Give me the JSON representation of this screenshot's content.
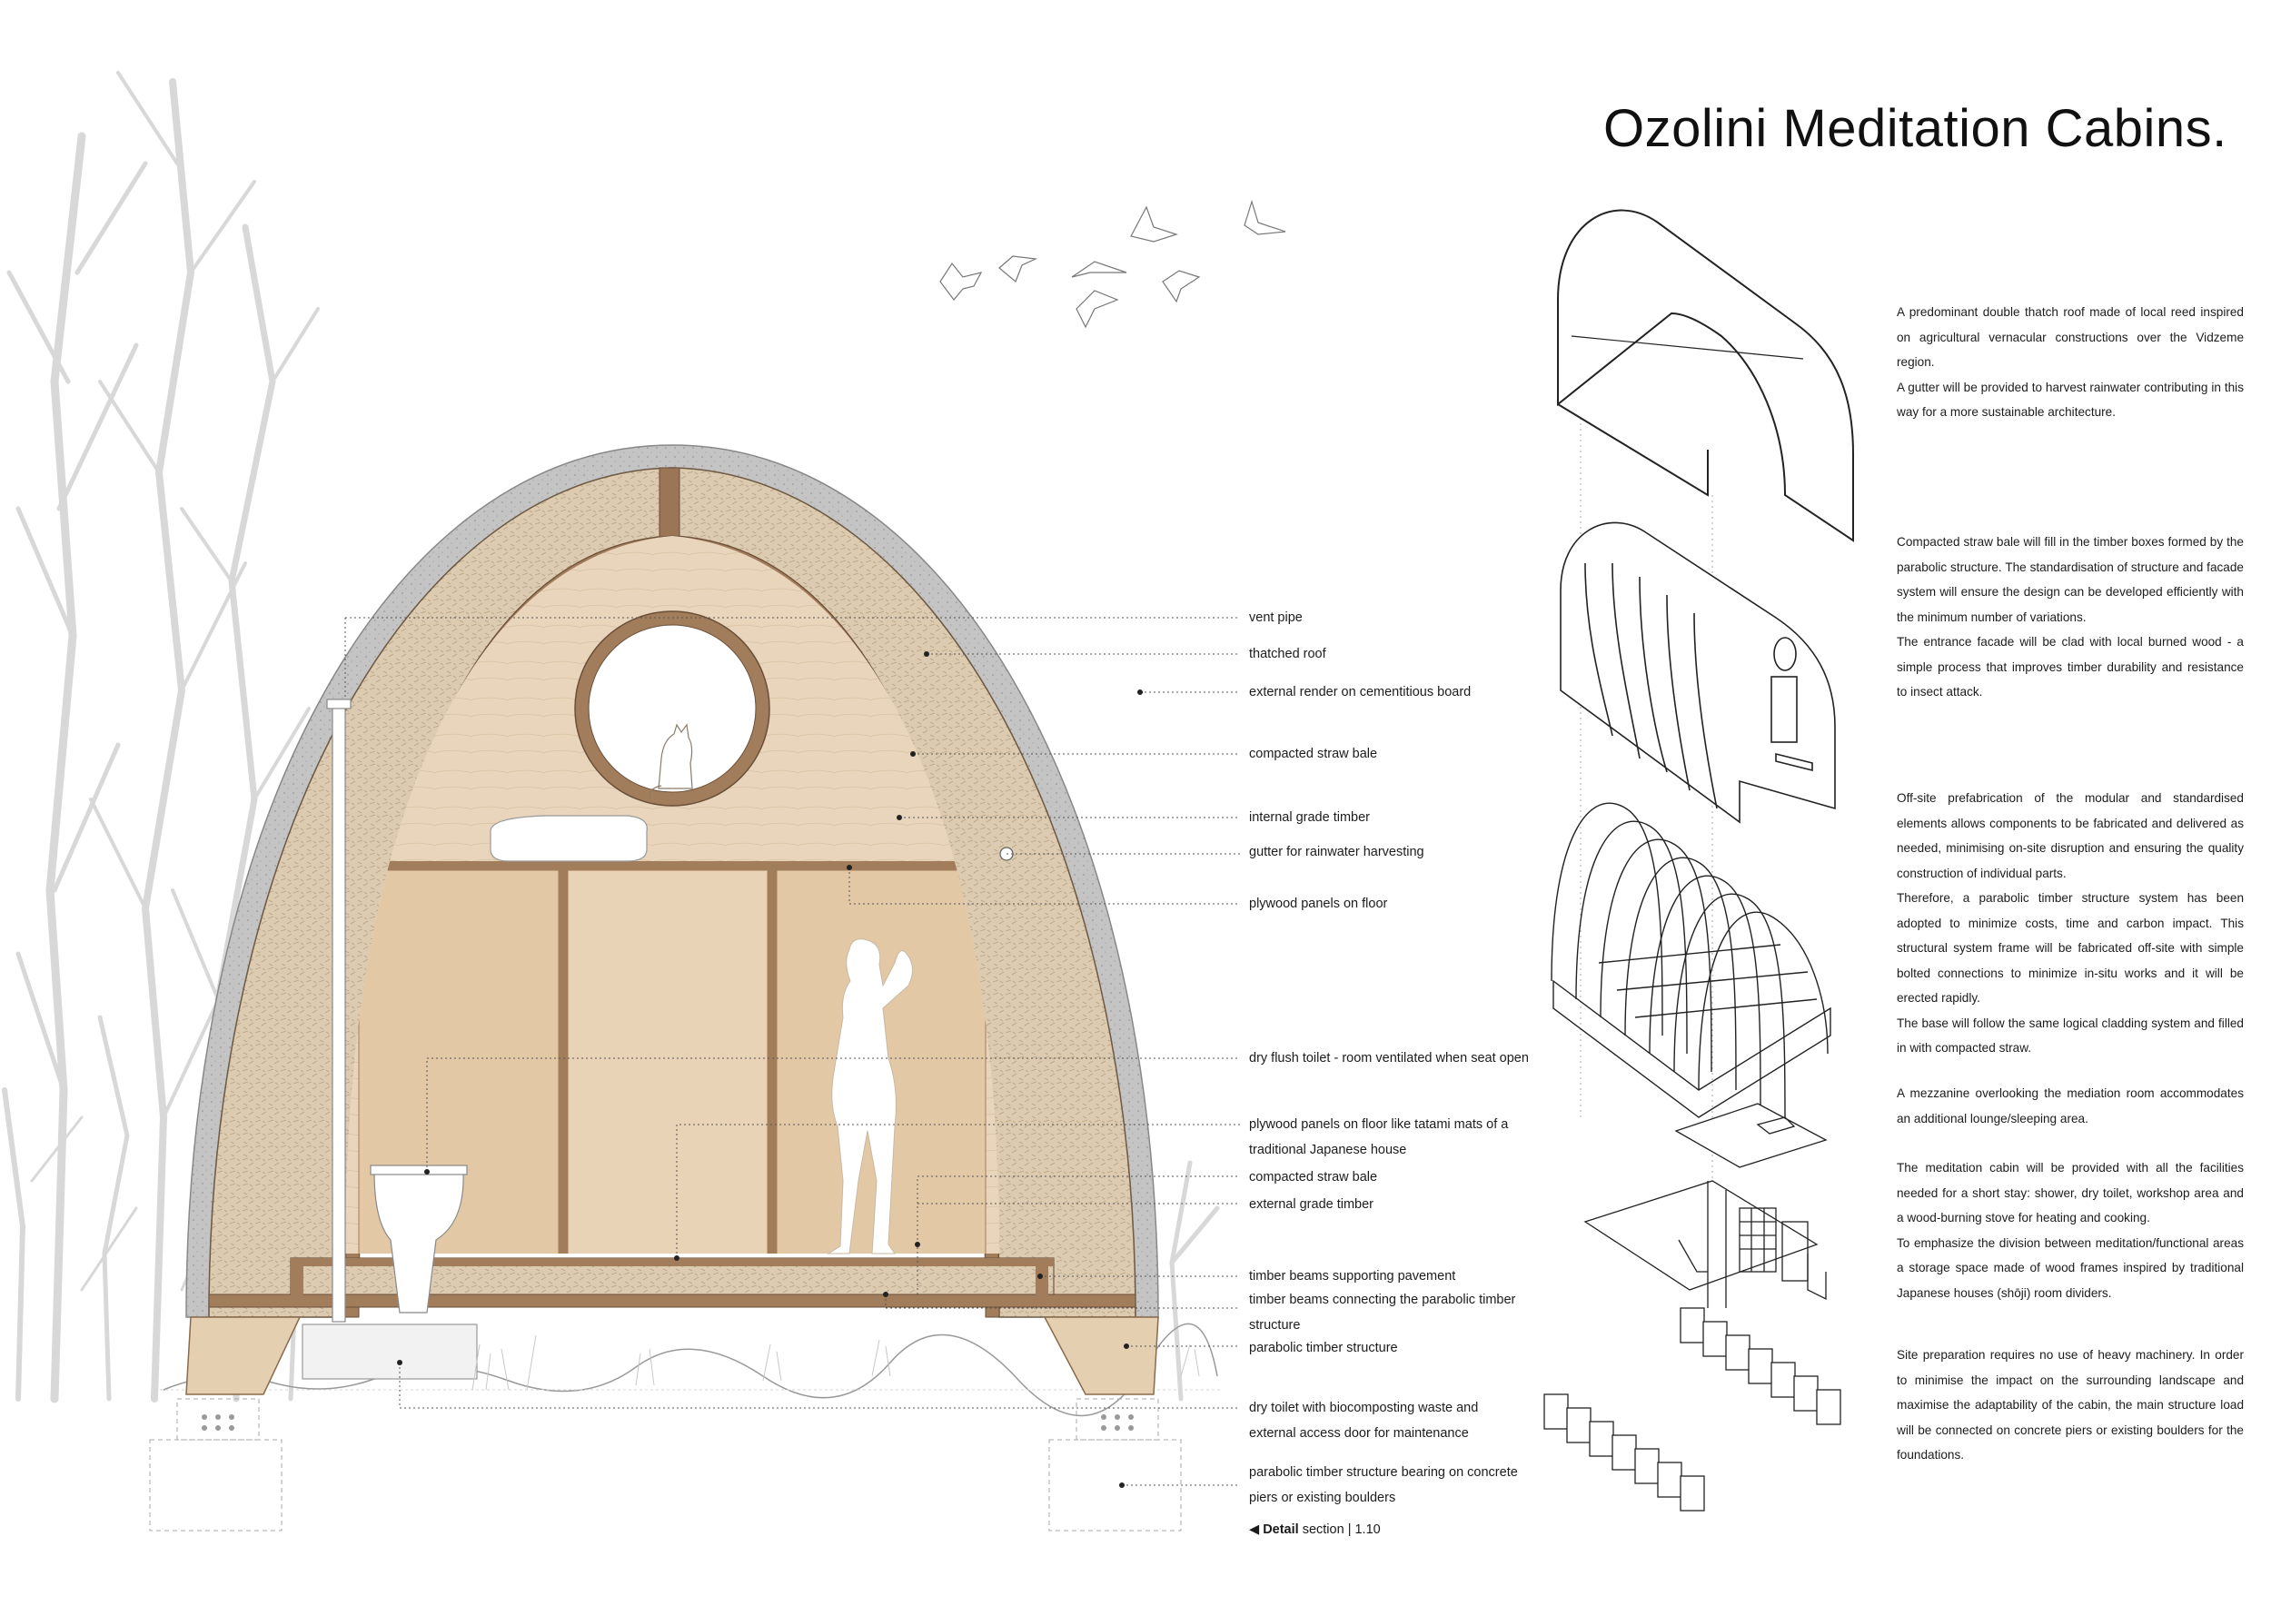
{
  "title": "Ozolini Meditation Cabins.",
  "section_labels": [
    "vent pipe",
    "thatched roof",
    "external render on cementitious board",
    "compacted straw bale",
    "internal grade timber",
    "gutter for rainwater harvesting",
    "plywood panels  on floor",
    "dry flush toilet - room ventilated when seat open",
    "plywood panels on floor like tatami mats of a traditional Japanese house",
    "compacted straw bale",
    "external grade timber",
    "timber beams supporting pavement",
    "timber beams connecting the parabolic timber structure",
    "parabolic timber structure",
    "dry toilet with biocomposting waste and external access door for maintenance",
    "parabolic timber structure bearing on concrete piers or existing boulders"
  ],
  "scale_note": {
    "arrow": "◀",
    "bold": "Detail",
    "rest": "section | 1.10"
  },
  "descriptions": [
    {
      "paragraphs": [
        "A predominant double thatch roof made of local reed inspired on agricultural vernacular constructions over the Vidzeme region.",
        "A gutter will be provided to harvest rainwater contributing in this way for a more sustainable architecture."
      ]
    },
    {
      "paragraphs": [
        "Compacted straw bale will fill in the timber boxes formed by the parabolic structure. The standardisation of structure and facade system will ensure the design can be developed efficiently with the minimum number of variations.",
        "The entrance facade will be clad with local burned wood - a simple process that improves timber durability and resistance to insect attack."
      ]
    },
    {
      "paragraphs": [
        "Off-site prefabrication of the modular and standardised elements allows components to be fabricated and delivered as needed, minimising on-site disruption and ensuring the quality construction of individual parts.",
        "Therefore, a parabolic timber structure system has been adopted to minimize costs, time and carbon impact. This structural system frame will be fabricated off-site with simple bolted connections to minimize in-situ works and it will be erected rapidly.",
        "The base will follow the same logical cladding system and filled in with compacted straw."
      ]
    },
    {
      "paragraphs": [
        "A mezzanine overlooking the mediation room accommodates an additional lounge/sleeping area."
      ]
    },
    {
      "paragraphs": [
        "The meditation cabin will be provided with all the facilities needed for a short stay: shower, dry toilet, workshop area and a wood-burning stove for heating and cooking.",
        "To emphasize the division between meditation/functional areas a storage space made of wood frames inspired by traditional Japanese houses (shōji) room dividers."
      ]
    },
    {
      "paragraphs": [
        "Site preparation requires no use of heavy machinery. In order to minimise the impact on the surrounding landscape and maximise the adaptability of the cabin, the main structure load will be connected on concrete piers or existing boulders for the foundations."
      ]
    }
  ],
  "colors": {
    "timber": "#e6d0b4",
    "timber_dark": "#8a6a4c",
    "straw": "#dccbb0",
    "render": "#bdbdbd",
    "tree": "#d6d6d6",
    "ink": "#1a1a1a",
    "leader": "#555555"
  },
  "icons": [
    "tree-silhouette",
    "bird-icon",
    "cat-silhouette",
    "person-silhouette",
    "toilet-icon",
    "scale-arrow-icon"
  ]
}
